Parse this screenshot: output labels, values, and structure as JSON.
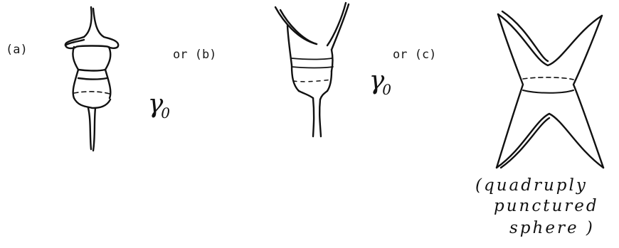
{
  "labels": {
    "a": "(a)",
    "or_b": "or (b)",
    "or_c": "or (c)"
  },
  "curve": {
    "symbol": "γ",
    "subscript": "0"
  },
  "annotation": {
    "line1": "(quadruply",
    "line2": "punctured",
    "line3": "sphere )"
  }
}
